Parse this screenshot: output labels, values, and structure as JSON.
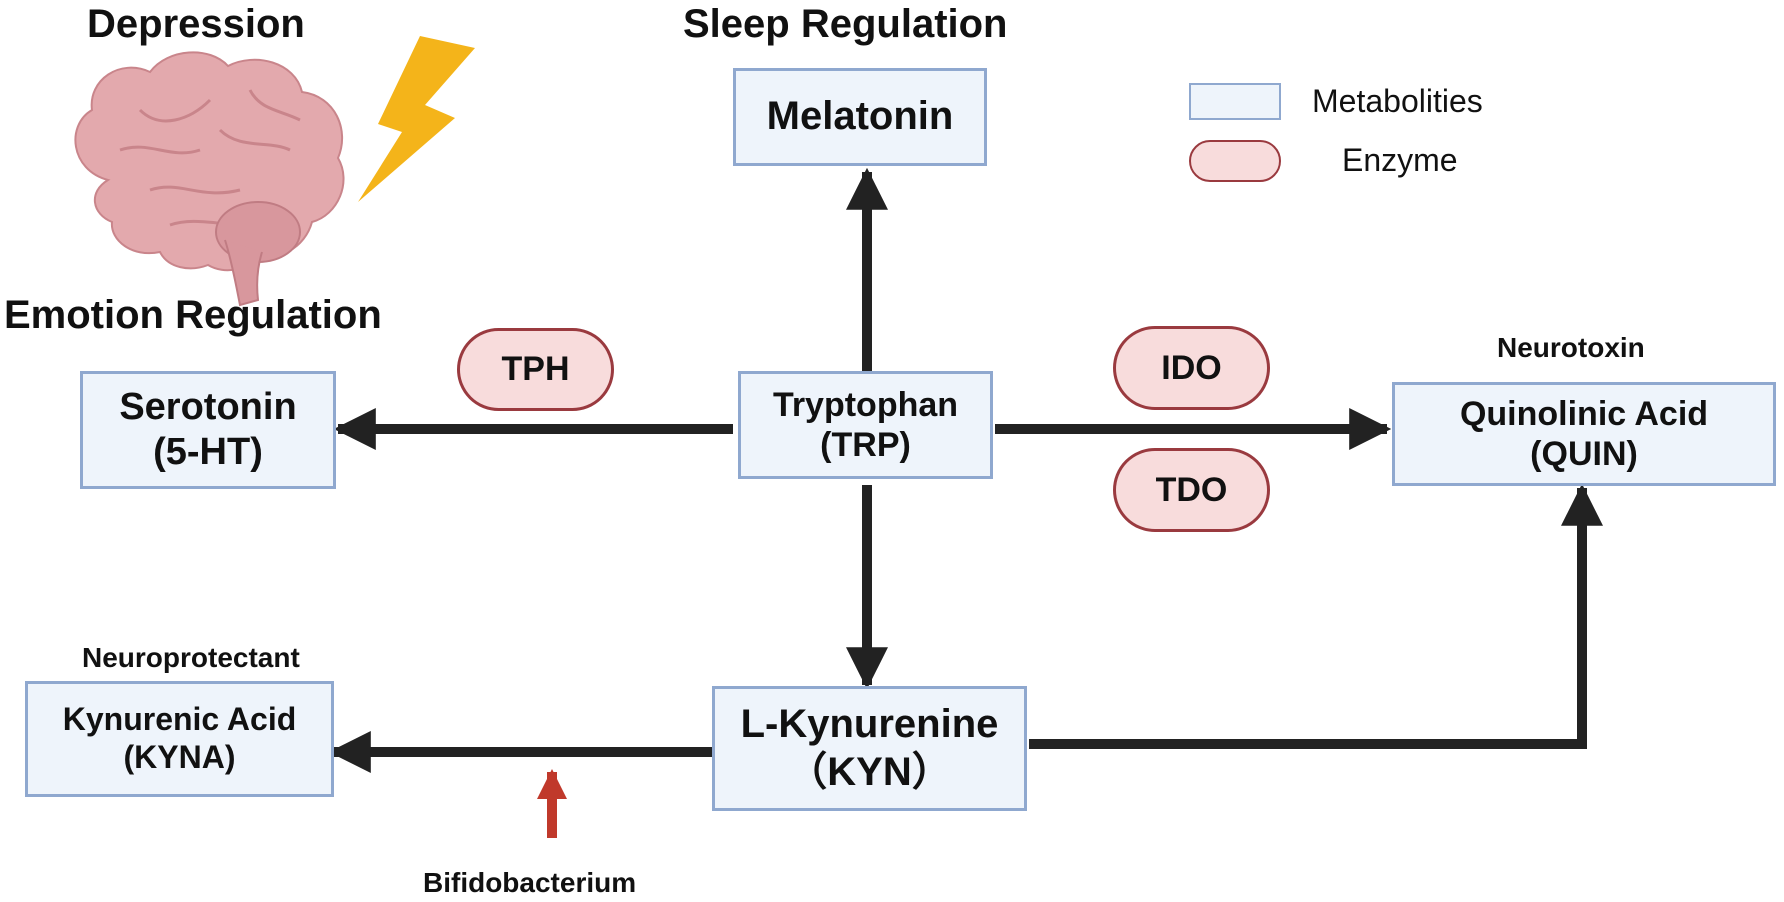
{
  "headings": {
    "depression": "Depression",
    "sleep": "Sleep Regulation",
    "emotion": "Emotion Regulation"
  },
  "legend": {
    "metabolites": "Metabolities",
    "enzyme": "Enzyme"
  },
  "metabolites": {
    "melatonin": {
      "line1": "Melatonin",
      "line2": ""
    },
    "tryptophan": {
      "line1": "Tryptophan",
      "line2": "(TRP)"
    },
    "serotonin": {
      "line1": "Serotonin",
      "line2": "(5-HT)"
    },
    "quinolinic": {
      "line1": "Quinolinic Acid",
      "line2": "(QUIN)"
    },
    "kynurenine": {
      "line1": "L-Kynurenine",
      "line2": "（KYN）"
    },
    "kynurenic": {
      "line1": "Kynurenic Acid",
      "line2": "(KYNA)"
    }
  },
  "enzymes": {
    "tph": "TPH",
    "ido": "IDO",
    "tdo": "TDO"
  },
  "tags": {
    "neurotoxin": "Neurotoxin",
    "neuroprotectant": "Neuroprotectant",
    "bifidobacterium": "Bifidobacterium"
  },
  "colors": {
    "metabolite_fill": "#eef4fb",
    "metabolite_border": "#8fa8cf",
    "enzyme_fill": "#f8dcdc",
    "enzyme_border": "#9a3a3f",
    "arrow": "#222222",
    "bifido_arrow": "#c0392b",
    "lightning": "#f4b41a",
    "brain": "#e3a9ad"
  },
  "icons": [
    "brain-icon",
    "lightning-icon"
  ]
}
